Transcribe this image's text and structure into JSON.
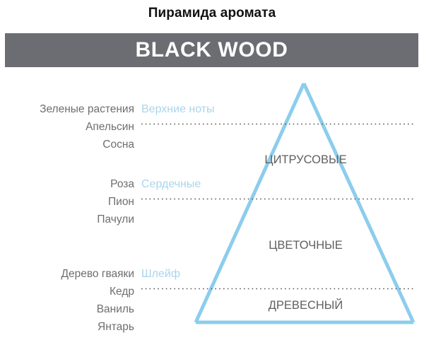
{
  "page": {
    "title": "Пирамида аромата",
    "brand": "BLACK WOOD"
  },
  "colors": {
    "banner_background": "#6b6d72",
    "banner_text": "#ffffff",
    "title_text": "#111111",
    "pyramid_line": "#8ccdec",
    "stage_label": "#a9d5ec",
    "ingredient_text": "#6e6e6e",
    "accord_label": "#5f5f5f",
    "dotted_line": "#555555",
    "background": "#ffffff"
  },
  "pyramid": {
    "levels": [
      {
        "id": "top",
        "stage_label": "Верхние ноты",
        "accord_label": "ЦИТРУСОВЫЕ",
        "ingredients": [
          "Зеленые растения",
          "Апельсин",
          "Сосна"
        ]
      },
      {
        "id": "heart",
        "stage_label": "Сердечные",
        "accord_label": "ЦВЕТОЧНЫЕ",
        "ingredients": [
          "Роза",
          "Пион",
          "Пачули"
        ]
      },
      {
        "id": "base",
        "stage_label": "Шлейф",
        "accord_label": "ДРЕВЕСНЫЙ",
        "ingredients": [
          "Дерево гваяки",
          "Кедр",
          "Ваниль",
          "Янтарь"
        ]
      }
    ]
  }
}
